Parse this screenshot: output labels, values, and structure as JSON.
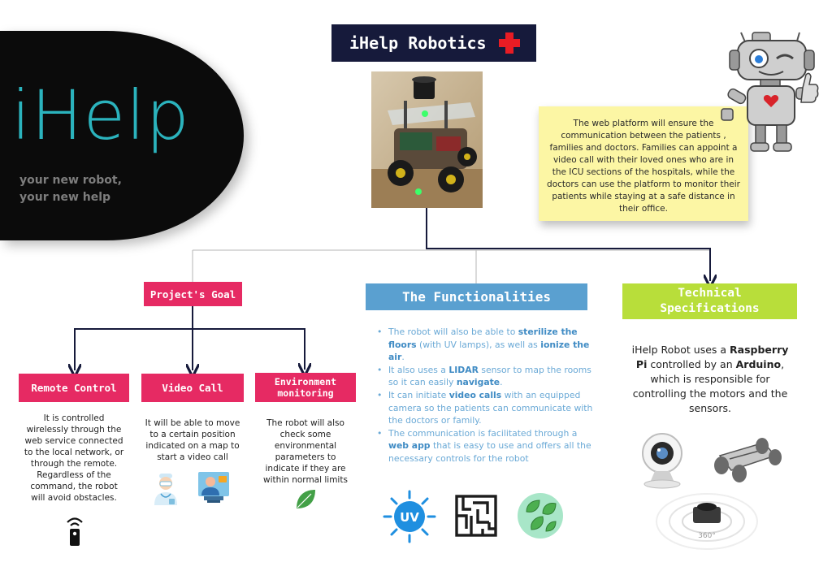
{
  "hero": {
    "title": "iHelp",
    "tagline_line1": "your new robot,",
    "tagline_line2": "your new help"
  },
  "header": {
    "title": "iHelp Robotics"
  },
  "note": {
    "text": "The web platform will ensure the communication between the patients , families and doctors. Families can appoint a video call with their loved ones who are in the ICU sections of the hospitals, while the doctors can use the platform to monitor their patients while staying at a safe distance in their office."
  },
  "goal": {
    "label": "Project's Goal",
    "items": [
      {
        "label": "Remote Control",
        "description": "It is controlled wirelessly through the web service connected to the local network, or through the remote. Regardless of the command, the robot will avoid obstacles."
      },
      {
        "label": "Video Call",
        "description": "It will be able to move to a certain position indicated on a map to start a video call"
      },
      {
        "label": "Environment monitoring",
        "description": "The robot will also check some environmental parameters to indicate if they are within normal limits"
      }
    ]
  },
  "functionalities": {
    "label": "The Functionalities",
    "items": [
      {
        "pre": "The robot will also be able to ",
        "b1": "sterilize the floors",
        "mid": " (with UV lamps), as well as ",
        "b2": "ionize the air",
        "post": "."
      },
      {
        "pre": "It also uses a ",
        "b1": "LIDAR",
        "mid": " sensor to map the rooms so it can easily ",
        "b2": "navigate",
        "post": "."
      },
      {
        "pre": "It can initiate ",
        "b1": "video calls",
        "mid": " with an equipped camera so the patients can communicate with the doctors or family.",
        "b2": "",
        "post": ""
      },
      {
        "pre": "The communication is facilitated through a ",
        "b1": "web app",
        "mid": " that is easy to use and offers all the necessary controls for the robot",
        "b2": "",
        "post": ""
      }
    ],
    "uv_label": "UV"
  },
  "tech": {
    "label_line1": "Technical",
    "label_line2": "Specifications",
    "pre": "iHelp Robot uses a ",
    "b1": "Raspberry Pi",
    "mid": " controlled by an ",
    "b2": "Arduino",
    "post": ", which is responsible for controlling the motors and the sensors.",
    "lidar_label": "360°"
  },
  "colors": {
    "navy": "#161a3b",
    "pink": "#e62a63",
    "blue": "#5aa0d0",
    "green": "#b8de3a",
    "teal": "#2bb3bd",
    "note": "#fcf6a4"
  }
}
